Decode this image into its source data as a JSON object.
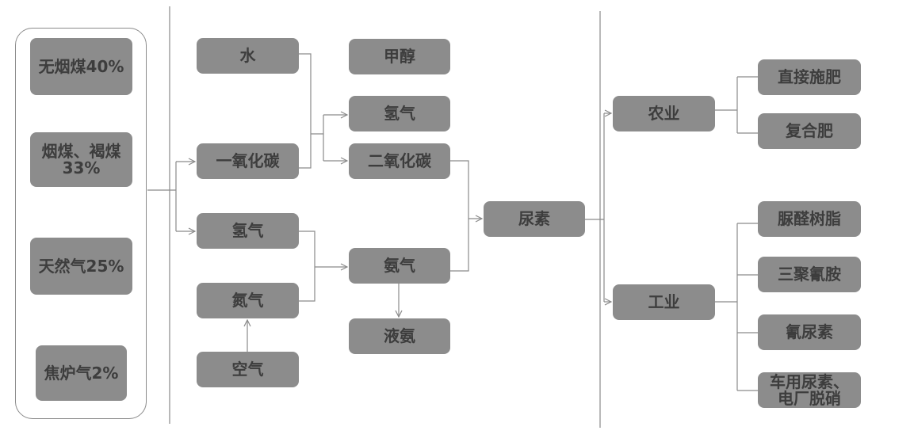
{
  "sources": [
    {
      "lines": [
        "无烟煤40%"
      ]
    },
    {
      "lines": [
        "烟煤、褐煤",
        "33%"
      ]
    },
    {
      "lines": [
        "天然气25%"
      ]
    },
    {
      "lines": [
        "焦炉气2%"
      ]
    }
  ],
  "intermediates": {
    "water": "水",
    "carbon_monoxide": "一氧化碳",
    "hydrogen": "氢气",
    "nitrogen": "氮气",
    "air": "空气"
  },
  "products": {
    "methanol": "甲醇",
    "hydrogen": "氢气",
    "carbon_dioxide": "二氧化碳",
    "ammonia": "氨气",
    "liquid_ammonia": "液氨"
  },
  "urea": "尿素",
  "sectors": {
    "agriculture": {
      "label": "农业",
      "uses": [
        {
          "lines": [
            "直接施肥"
          ]
        },
        {
          "lines": [
            "复合肥"
          ]
        }
      ]
    },
    "industry": {
      "label": "工业",
      "uses": [
        {
          "lines": [
            "脲醛树脂"
          ]
        },
        {
          "lines": [
            "三聚氰胺"
          ]
        },
        {
          "lines": [
            "氰尿素"
          ]
        },
        {
          "lines": [
            "车用尿素、",
            "电厂脱硝"
          ]
        }
      ]
    }
  },
  "colors": {
    "box_fill": "#8c8c8c",
    "text": "#3d3d3d",
    "connector": "#8a8a8a"
  }
}
